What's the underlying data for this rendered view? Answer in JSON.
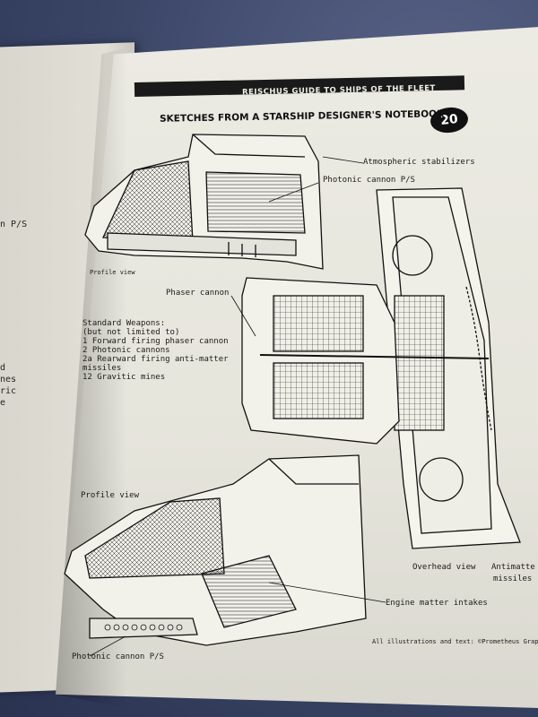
{
  "book": {
    "header": "REISCHUS GUIDE TO SHIPS OF THE FLEET",
    "page_number": "20",
    "title": "SKETCHES FROM A STARSHIP DESIGNER'S NOTEBOOK"
  },
  "labels": {
    "atmospheric": "Atmospheric stabilizers",
    "photonic_top": "Photonic cannon P/S",
    "profile_top": "Profile view",
    "phaser": "Phaser cannon",
    "standard_weapons": [
      "Standard Weapons:",
      "(but not limited to)",
      "1 Forward firing phaser cannon",
      "2 Photonic cannons",
      "2a Rearward firing anti-matter",
      "   missiles",
      "12 Gravitic mines"
    ],
    "profile_bottom": "Profile view",
    "overhead": "Overhead view",
    "antimatter": [
      "Antimatte",
      "missiles"
    ],
    "engine": "Engine matter intakes",
    "photonic_bottom": "Photonic cannon P/S",
    "credits": "All illustrations and text: ©Prometheus Graphics"
  },
  "left_page_fragments": [
    "n P/S",
    "d",
    "nes",
    "ric",
    "e"
  ]
}
